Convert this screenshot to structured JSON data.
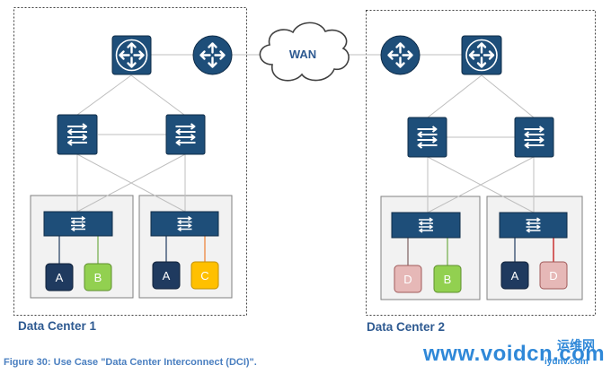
{
  "diagram": {
    "wan_label": "WAN",
    "data_centers": [
      {
        "label": "Data Center 1",
        "hosts": [
          "A",
          "B",
          "A",
          "C"
        ]
      },
      {
        "label": "Data Center 2",
        "hosts": [
          "D",
          "B",
          "A",
          "D"
        ]
      }
    ],
    "colors": {
      "device_fill": "#1e4e79",
      "host_navy": "#1f3a5f",
      "host_green": "#92d050",
      "host_orange": "#ffc000",
      "host_pink": "#e6b8b7",
      "link_gray": "#bfbfbf",
      "cloud_outline": "#404040"
    }
  },
  "caption": "Figure 30: Use Case \"Data Center Interconnect (DCI)\".",
  "watermark": {
    "main": "www.voidcn.com",
    "sub1": "运维网",
    "sub2": "iyunv.com"
  }
}
